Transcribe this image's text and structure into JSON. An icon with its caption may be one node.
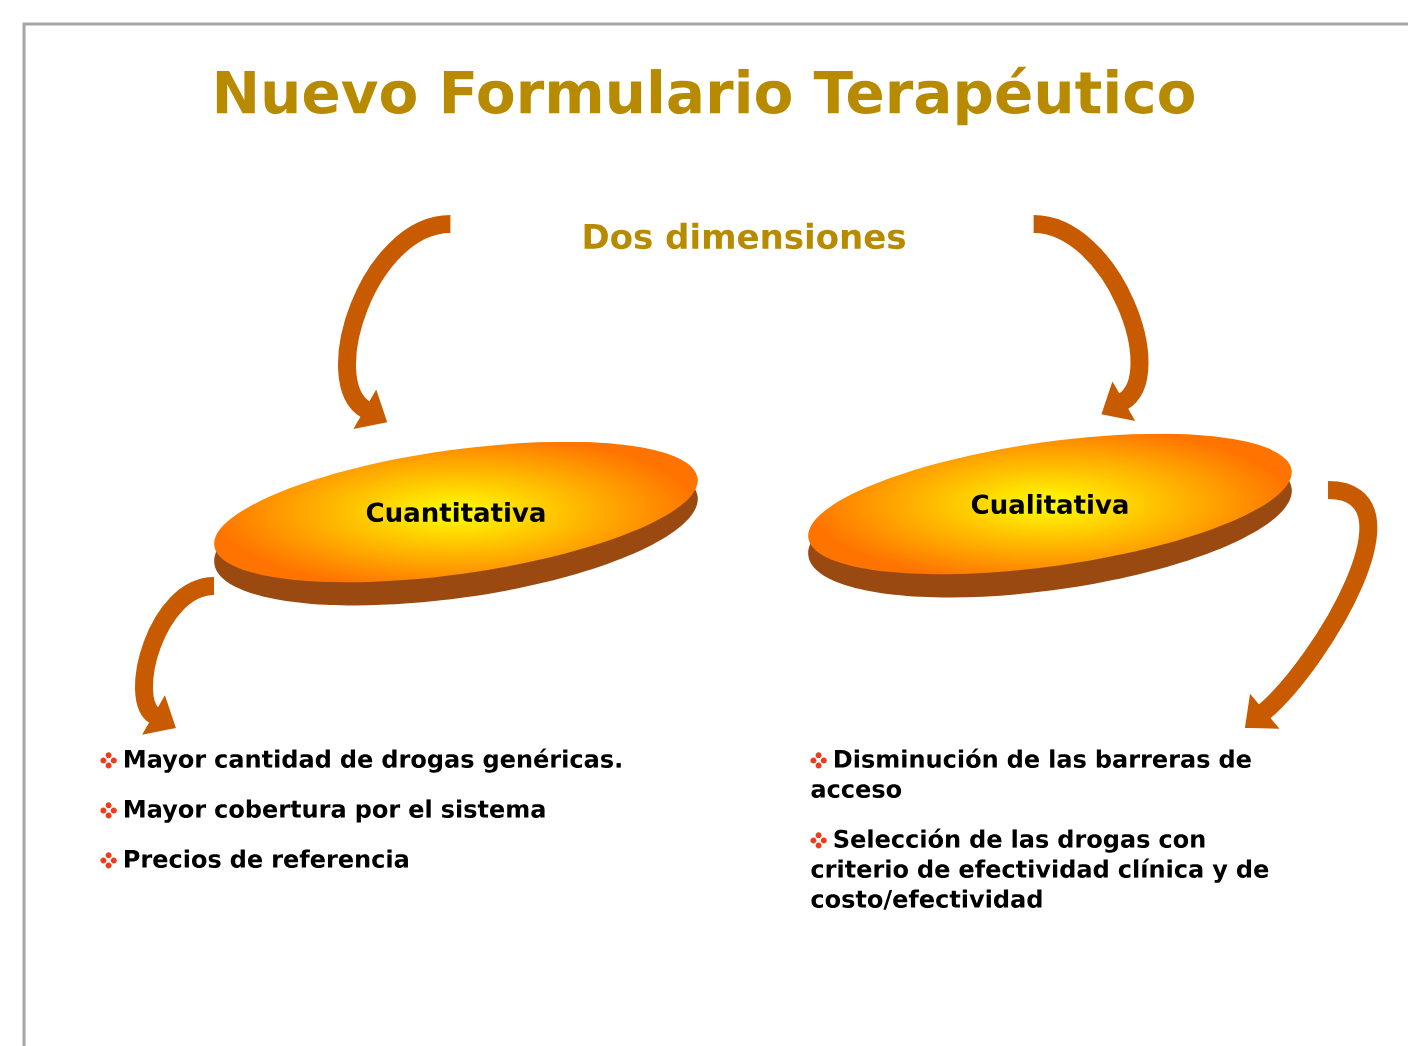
{
  "diagram": {
    "title": "Nuevo Formulario Terapéutico",
    "nodes": [
      {
        "text": [
          "Dos dimensiones"
        ]
      },
      {
        "text": [
          "Cuantitativa"
        ]
      },
      {
        "text": [
          "Cualitativa"
        ]
      },
      {
        "text": [
          "Mayor cantidad de drogas genéricas.",
          "Mayor cobertura por el sistema",
          "Precios de referencia"
        ]
      },
      {
        "text": [
          "Disminución de las barreras de acceso",
          "Selección de las drogas con criterio de efectividad clínica y de costo/efectividad"
        ]
      }
    ],
    "edges": [
      {
        "from": 0,
        "to": 1,
        "arrow": "to"
      },
      {
        "from": 0,
        "to": 2,
        "arrow": "to"
      },
      {
        "from": 1,
        "to": 3,
        "arrow": "to"
      },
      {
        "from": 2,
        "to": 4,
        "arrow": "to"
      }
    ]
  }
}
